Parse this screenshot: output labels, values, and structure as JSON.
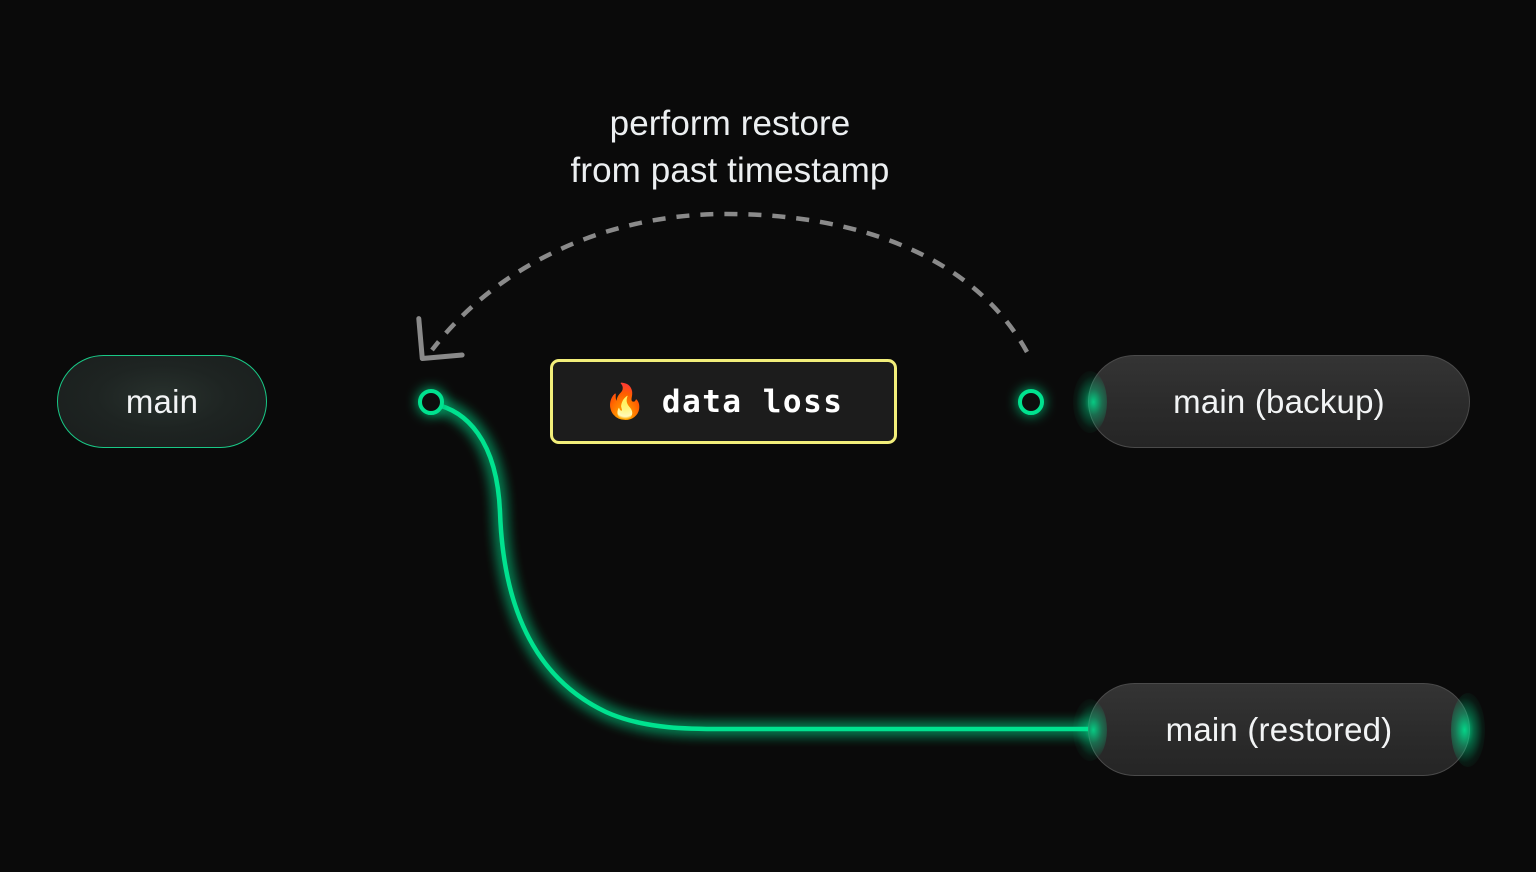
{
  "diagram": {
    "title_caption": "perform restore\nfrom past timestamp",
    "background_color": "#0a0a0a",
    "branch_color": "#00e28f",
    "warning_color": "#f2ee7a",
    "dashed_color": "#8a8a8a",
    "nodes": {
      "main": {
        "label": "main",
        "type": "branch-pill-active"
      },
      "backup": {
        "label": "main (backup)",
        "type": "branch-pill"
      },
      "restored": {
        "label": "main (restored)",
        "type": "branch-pill"
      }
    },
    "event": {
      "icon": "fire-emoji",
      "emoji": "🔥",
      "label": "data loss"
    },
    "commits": [
      {
        "name": "commit-node-left"
      },
      {
        "name": "commit-node-right"
      }
    ],
    "edges": [
      {
        "name": "main-to-commit",
        "style": "solid",
        "color": "#00e28f"
      },
      {
        "name": "commit-to-event",
        "style": "solid",
        "color": "#00e28f"
      },
      {
        "name": "event-to-backup-commit",
        "style": "solid",
        "color": "#00e28f"
      },
      {
        "name": "backup-commit-to-backup",
        "style": "solid",
        "color": "#00e28f"
      },
      {
        "name": "commit-to-restored-branch",
        "style": "solid-curve",
        "color": "#00e28f"
      },
      {
        "name": "restore-arrow",
        "style": "dashed-arc",
        "color": "#8a8a8a"
      }
    ]
  }
}
